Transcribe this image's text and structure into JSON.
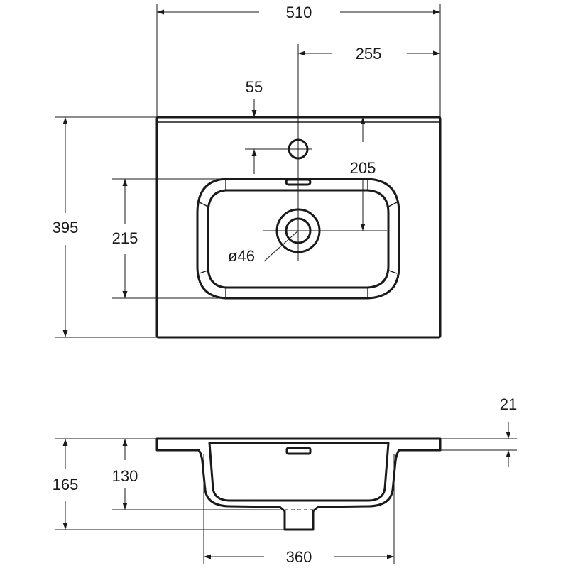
{
  "colors": {
    "ink": "#1a1a1a",
    "background": "#ffffff"
  },
  "dimensions": {
    "overall_width": "510",
    "half_width": "255",
    "tap_hole_offset": "55",
    "drain_offset": "205",
    "overall_depth": "395",
    "bowl_depth": "215",
    "drain_diameter": "ø46",
    "rim_thickness": "21",
    "total_height": "165",
    "bowl_height": "130",
    "bowl_width": "360"
  }
}
